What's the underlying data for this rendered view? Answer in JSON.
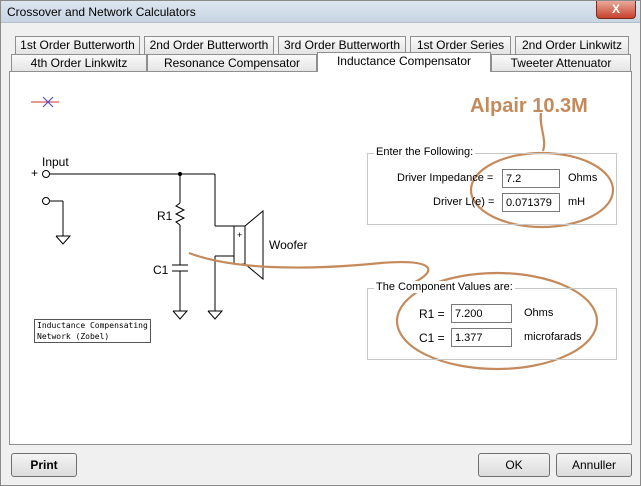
{
  "window": {
    "title": "Crossover and Network Calculators",
    "close_glyph": "X"
  },
  "tabs_row1": [
    {
      "label": "1st Order Butterworth"
    },
    {
      "label": "2nd Order Butterworth"
    },
    {
      "label": "3rd Order Butterworth"
    },
    {
      "label": "1st Order Series"
    },
    {
      "label": "2nd Order Linkwitz"
    }
  ],
  "tabs_row2": [
    {
      "label": "4th Order Linkwitz"
    },
    {
      "label": "Resonance Compensator"
    },
    {
      "label": "Inductance Compensator",
      "active": true
    },
    {
      "label": "Tweeter Attenuator"
    }
  ],
  "circuit": {
    "input_label": "Input",
    "plus_sign": "+",
    "r1_label": "R1",
    "c1_label": "C1",
    "woofer_label": "Woofer",
    "woofer_plus": "+",
    "network_caption_line1": "Inductance Compensating",
    "network_caption_line2": "Network (Zobel)"
  },
  "annotation": {
    "text": "Alpair 10.3M",
    "color": "#c58a5c"
  },
  "enter_group": {
    "title": "Enter the Following:",
    "impedance_label": "Driver Impedance =",
    "impedance_value": "7.2",
    "impedance_unit": "Ohms",
    "inductance_label": "Driver L(e) =",
    "inductance_value": "0.071379",
    "inductance_unit": "mH"
  },
  "result_group": {
    "title": "The Component Values are:",
    "r1_label": "R1 =",
    "r1_value": "7.200",
    "r1_unit": "Ohms",
    "c1_label": "C1 =",
    "c1_value": "1.377",
    "c1_unit": "microfarads"
  },
  "buttons": {
    "print": "Print",
    "ok": "OK",
    "cancel": "Annuller"
  }
}
